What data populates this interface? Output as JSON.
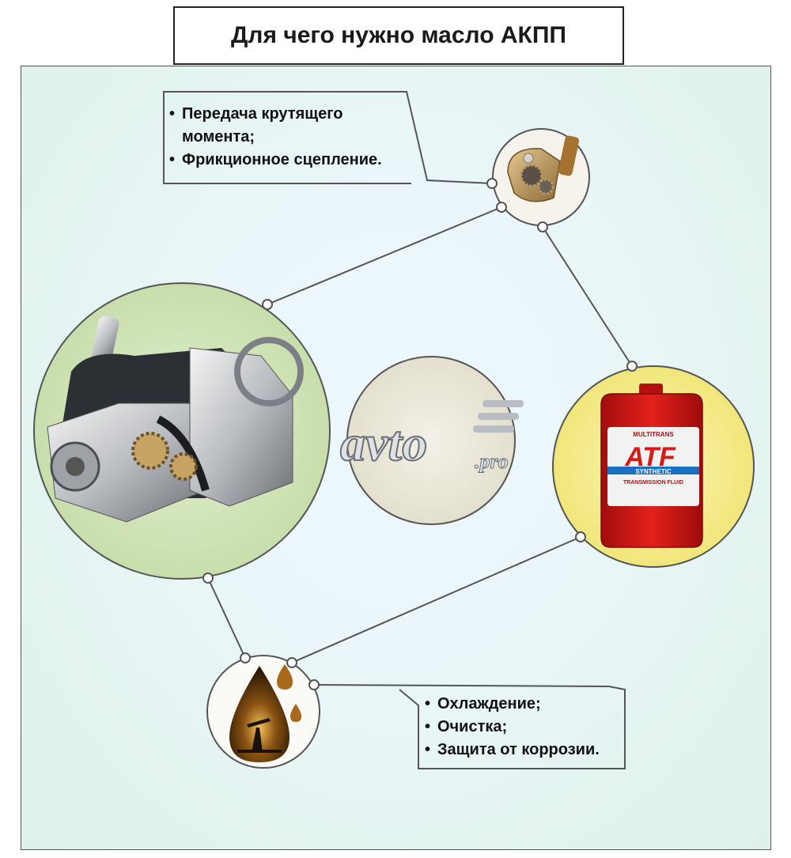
{
  "title": "Для чего нужно масло АКПП",
  "callouts": {
    "top": [
      "Передача крутящего момента;",
      "Фрикционное сцепление."
    ],
    "bottom": [
      "Охлаждение;",
      "Очистка;",
      "Защита от коррозии."
    ]
  },
  "logo": {
    "text": "avto",
    "suffix": ".pro"
  },
  "canister": {
    "brand": "ATF",
    "line1": "MULTITRANS",
    "line2": "SYNTHETIC",
    "line3": "TRANSMISSION FLUID"
  },
  "nodes": {
    "gear": "gear-node",
    "gearbox": "gearbox-node",
    "atf": "atf-canister-node",
    "oil": "oil-drop-node",
    "center": "logo-node"
  },
  "colors": {
    "gearbox_fill": "#d4e6b5",
    "atf_fill": "#f7ee92",
    "center_fill": "#ece9dc",
    "line": "#555555"
  }
}
